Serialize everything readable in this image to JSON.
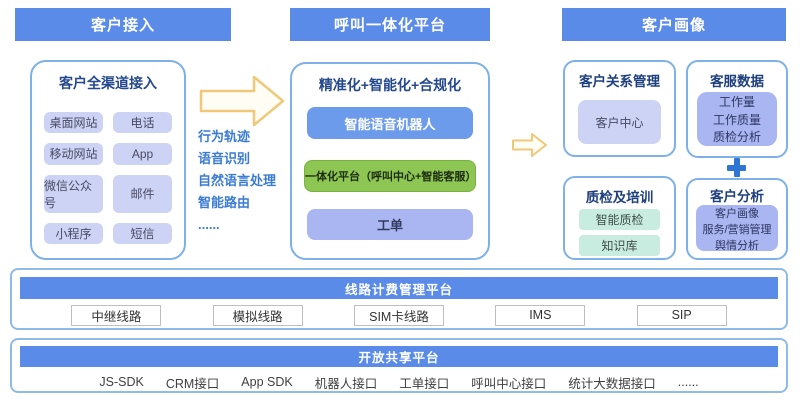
{
  "headers": {
    "left": "客户接入",
    "middle": "呼叫一体化平台",
    "right": "客户画像"
  },
  "access_panel": {
    "title": "客户全渠道接入",
    "items": [
      "桌面网站",
      "电话",
      "移动网站",
      "App",
      "微信公众号",
      "邮件",
      "小程序",
      "短信"
    ]
  },
  "middle_notes": [
    "行为轨迹",
    "语音识别",
    "自然语言处理",
    "智能路由",
    "......"
  ],
  "platform_panel": {
    "title": "精准化+智能化+合规化",
    "items": [
      "智能语音机器人",
      "一体化平台（呼叫中心+智能客服）",
      "工单"
    ]
  },
  "profile": {
    "crm": {
      "title": "客户关系管理",
      "items": [
        "客户中心"
      ]
    },
    "service_data": {
      "title": "客服数据",
      "items": [
        "工作量",
        "工作质量",
        "质检分析"
      ]
    },
    "qa": {
      "title": "质检及培训",
      "items": [
        "智能质检",
        "知识库"
      ]
    },
    "analysis": {
      "title": "客户分析",
      "items": [
        "客户画像",
        "服务/营销管理",
        "舆情分析"
      ]
    }
  },
  "line_platform": {
    "title": "线路计费管理平台",
    "items": [
      "中继线路",
      "模拟线路",
      "SIM卡线路",
      "IMS",
      "SIP"
    ]
  },
  "open_platform": {
    "title": "开放共享平台",
    "items": [
      "JS-SDK",
      "CRM接口",
      "App SDK",
      "机器人接口",
      "工单接口",
      "呼叫中心接口",
      "统计大数据接口",
      "......"
    ]
  },
  "colors": {
    "header_blue": "#5b8be8",
    "panel_border_blue": "#7db1e8",
    "lavender_pill": "#ccd3f4",
    "periwinkle_block": "#a9b6f2",
    "robot_blue": "#6d9beb",
    "green_block": "#8dc653",
    "teal_pill": "#c9ece1",
    "title_navy": "#1e3f7f",
    "note_blue": "#3a7bd5",
    "arrow_yellow": "#f0c878",
    "plus_blue": "#2e75d6"
  }
}
